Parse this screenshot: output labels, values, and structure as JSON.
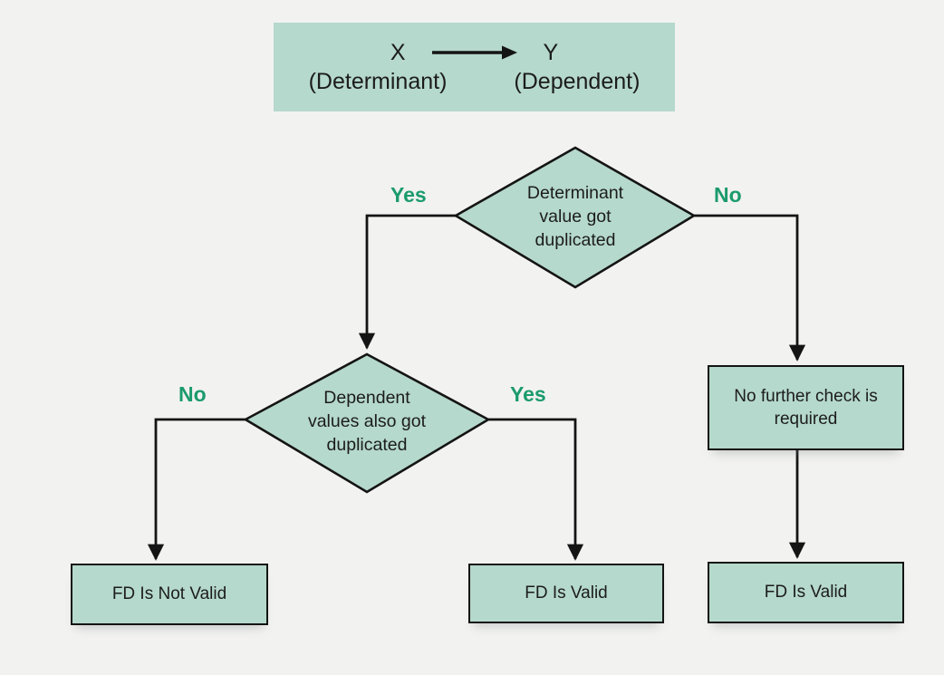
{
  "colors": {
    "background": "#f2f2f1",
    "node_fill": "#b5d9cc",
    "line": "#141414",
    "text": "#1c1c1c",
    "label_green": "#1b9b6c"
  },
  "banner": {
    "x_symbol": "X",
    "y_symbol": "Y",
    "x_caption": "(Determinant)",
    "y_caption": "(Dependent)"
  },
  "flowchart": {
    "decision1": "Determinant\nvalue got\nduplicated",
    "decision1_yes": "Yes",
    "decision1_no": "No",
    "decision2": "Dependent\nvalues also got\nduplicated",
    "decision2_no": "No",
    "decision2_yes": "Yes",
    "no_further_check": "No further check is\nrequired",
    "fd_not_valid": "FD Is Not Valid",
    "fd_valid_middle": "FD Is Valid",
    "fd_valid_right": "FD Is Valid"
  }
}
